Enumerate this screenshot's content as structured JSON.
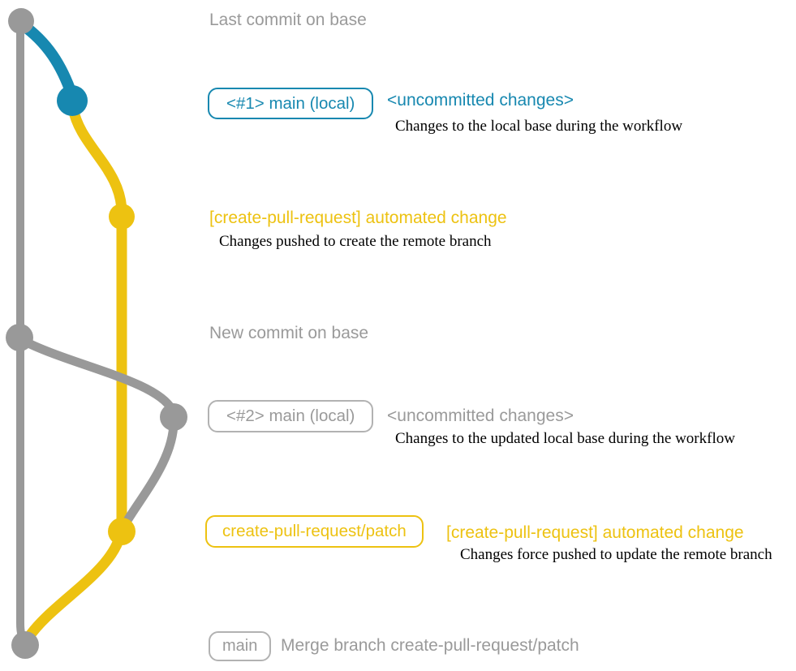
{
  "colors": {
    "teal": "#1788b0",
    "yellow": "#edc211",
    "gray": "#999999",
    "note_black": "#000000"
  },
  "graph": {
    "branches": [
      {
        "name": "base",
        "color": "#999999"
      },
      {
        "name": "main-local-1",
        "color": "#1788b0"
      },
      {
        "name": "create-pull-request-patch",
        "color": "#edc211"
      },
      {
        "name": "main-local-2",
        "color": "#999999"
      }
    ],
    "commit_dots": [
      {
        "name": "last-commit-on-base",
        "color": "#999999"
      },
      {
        "name": "uncommitted-changes-1",
        "color": "#1788b0"
      },
      {
        "name": "automated-change-1",
        "color": "#edc211"
      },
      {
        "name": "new-commit-on-base",
        "color": "#999999"
      },
      {
        "name": "uncommitted-changes-2",
        "color": "#999999"
      },
      {
        "name": "automated-change-2",
        "color": "#edc211"
      },
      {
        "name": "merge-commit",
        "color": "#999999"
      }
    ]
  },
  "events": [
    {
      "label": "Last commit on base"
    },
    {
      "badge": "<#1> main (local)",
      "status": "<uncommitted changes>",
      "description": "Changes to the local base during the workflow"
    },
    {
      "title": "[create-pull-request] automated change",
      "description": "Changes pushed to create the remote branch"
    },
    {
      "label": "New commit on base"
    },
    {
      "badge": "<#2> main (local)",
      "status": "<uncommitted changes>",
      "description": "Changes to the updated local base during the workflow"
    },
    {
      "badge": "create-pull-request/patch",
      "title": "[create-pull-request] automated change",
      "description": "Changes force pushed to update the remote branch"
    },
    {
      "badge": "main",
      "label": "Merge branch create-pull-request/patch"
    }
  ]
}
